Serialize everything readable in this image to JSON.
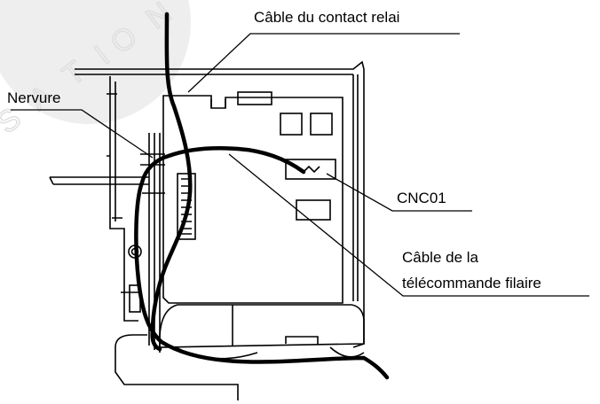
{
  "labels": {
    "relay_cable": "Câble du contact relai",
    "rib": "Nervure",
    "connector": "CNC01",
    "remote_cable_line1": "Câble de la",
    "remote_cable_line2": "télécommande filaire"
  },
  "colors": {
    "line": "#000000",
    "background": "#ffffff",
    "watermark": "#eeeeee"
  },
  "watermark": {
    "letters": [
      "S",
      "A",
      "T",
      "I",
      "O",
      "N"
    ]
  }
}
